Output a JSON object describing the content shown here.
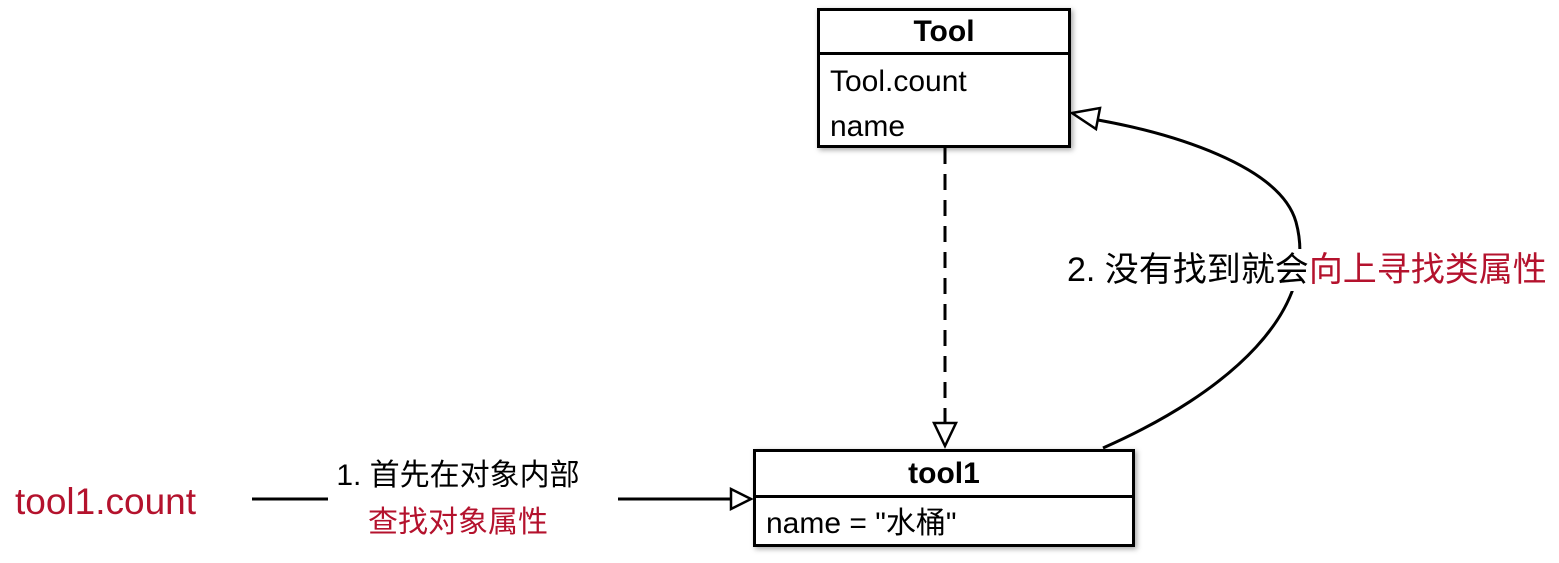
{
  "diagram": {
    "class_box": {
      "title": "Tool",
      "attributes": [
        "Tool.count",
        "name"
      ]
    },
    "instance_box": {
      "title": "tool1",
      "attributes": [
        "name = \"水桶\""
      ]
    },
    "expression": "tool1.count",
    "step1": {
      "prefix": "1. 首先在对象内部",
      "highlight": "查找对象属性"
    },
    "step2": {
      "prefix": "2. 没有找到就会",
      "highlight": "向上寻找类属性"
    },
    "colors": {
      "highlight_red": "#b4122d",
      "line_black": "#000000"
    }
  }
}
